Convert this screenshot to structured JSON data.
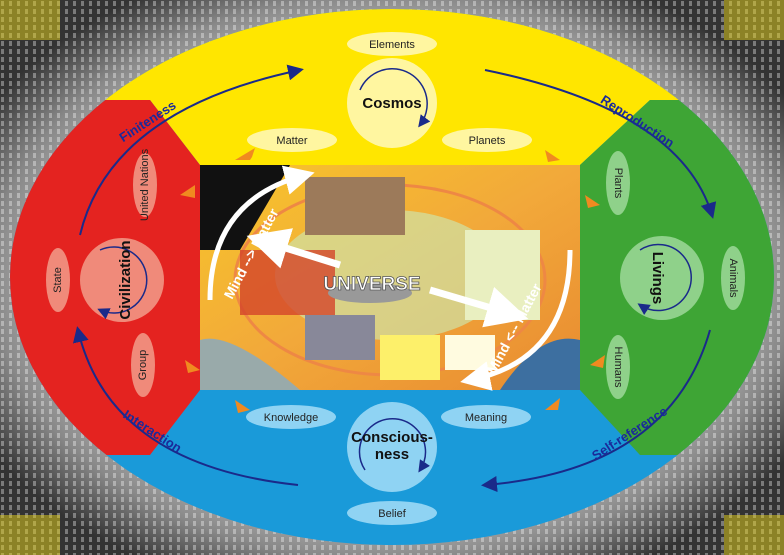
{
  "colors": {
    "cosmos": "#ffe600",
    "civilization": "#e42320",
    "livings": "#3ea535",
    "consciousness": "#1a9ad9",
    "arrow": "#1a2a8a"
  },
  "center": {
    "title": "UNIVERSE",
    "left_arc": "Mind --> Matter",
    "right_arc": "Mind <-- Matter"
  },
  "cosmos": {
    "title": "Cosmos",
    "items": [
      "Elements",
      "Matter",
      "Planets"
    ]
  },
  "civilization": {
    "title": "Civilization",
    "items": [
      "United Nations",
      "State",
      "Group"
    ]
  },
  "livings": {
    "title": "Livings",
    "items": [
      "Plants",
      "Animals",
      "Humans"
    ]
  },
  "consciousness": {
    "title_line1": "Conscious-",
    "title_line2": "ness",
    "items": [
      "Knowledge",
      "Meaning",
      "Belief"
    ]
  },
  "cycle": {
    "top_left": "Finiteness",
    "top_right": "Reproduction",
    "bottom_left": "Interaction",
    "bottom_right": "Self-reference"
  }
}
